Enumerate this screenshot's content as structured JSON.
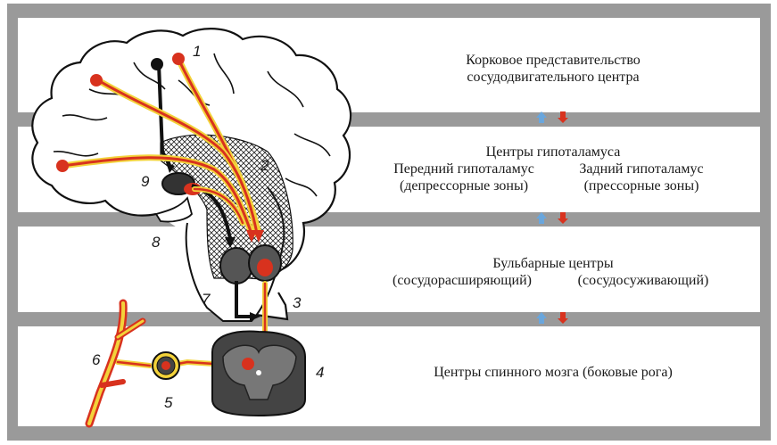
{
  "levels": {
    "cortex": {
      "line1": "Корковое представительство",
      "line2": "сосудодвигательного центра"
    },
    "hypothalamus": {
      "title": "Центры гипоталамуса",
      "left_title": "Передний гипоталамус",
      "left_sub": "(депрессорные зоны)",
      "right_title": "Задний гипоталамус",
      "right_sub": "(прессорные зоны)"
    },
    "bulbar": {
      "title": "Бульбарные центры",
      "left_sub": "(сосудорасширяющий)",
      "right_sub": "(сосудосуживающий)"
    },
    "spinal": {
      "title": "Центры спинного мозга (боковые рога)"
    }
  },
  "labels": [
    "1",
    "2",
    "3",
    "4",
    "5",
    "6",
    "7",
    "8",
    "9"
  ],
  "colors": {
    "band_gray": "#9a9a9a",
    "pathway_red": "#d8321e",
    "pathway_yellow": "#f3d23a",
    "pathway_black": "#111111",
    "arrow_up": "#6aa6dc",
    "arrow_down": "#d8321e"
  }
}
